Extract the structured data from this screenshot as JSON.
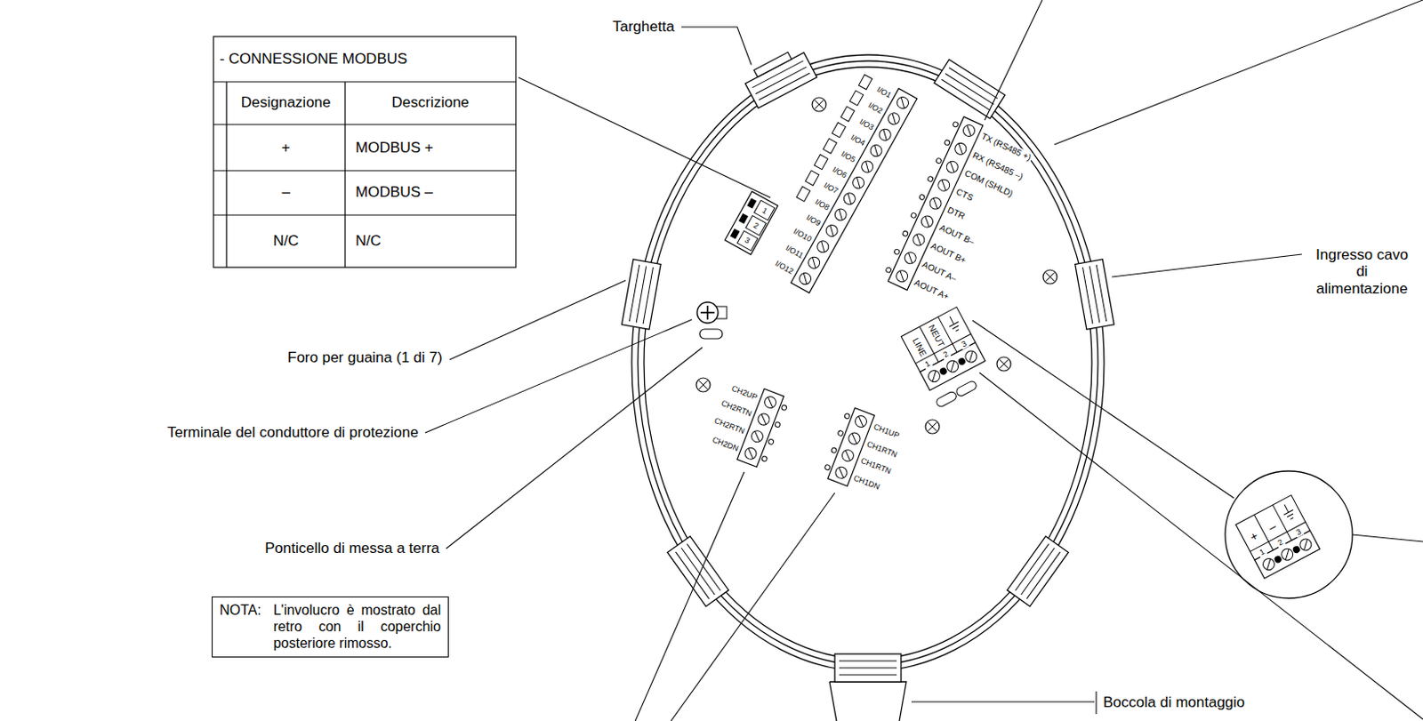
{
  "diagram": {
    "nodes": [
      {
        "text": [
          "NOTA:",
          "L'involucro è mostrato dal retro con il coperchio posteriore rimosso."
        ]
      }
    ],
    "labels": [
      "- CONNESSIONE MODBUS",
      "Designazione",
      "Descrizione",
      "+",
      "MODBUS +",
      "–",
      "MODBUS –",
      "N/C",
      "N/C",
      "Targhetta",
      "Ingresso cavo di alimentazione",
      "Foro per guaina (1 di 7)",
      "Terminale del conduttore di protezione",
      "Ponticello di messa a terra",
      "Boccola di montaggio",
      "I/O1",
      "I/O2",
      "I/O3",
      "I/O4",
      "I/O5",
      "I/O6",
      "I/O7",
      "I/O8",
      "I/O9",
      "I/O10",
      "I/O11",
      "I/O12",
      "1",
      "2",
      "3",
      "TX (RS485 +)",
      "RX (RS485 –)",
      "COM (SHLD)",
      "CTS",
      "DTR",
      "AOUT B–",
      "AOUT B+",
      "AOUT A–",
      "AOUT A+",
      "CH2UP",
      "CH2RTN",
      "CH2RTN",
      "CH2DN",
      "CH1UP",
      "CH1RTN",
      "CH1RTN",
      "CH1DN",
      "LINE",
      "NEUT",
      "1",
      "2",
      "3",
      "+",
      "–",
      "1",
      "2",
      "3"
    ]
  }
}
